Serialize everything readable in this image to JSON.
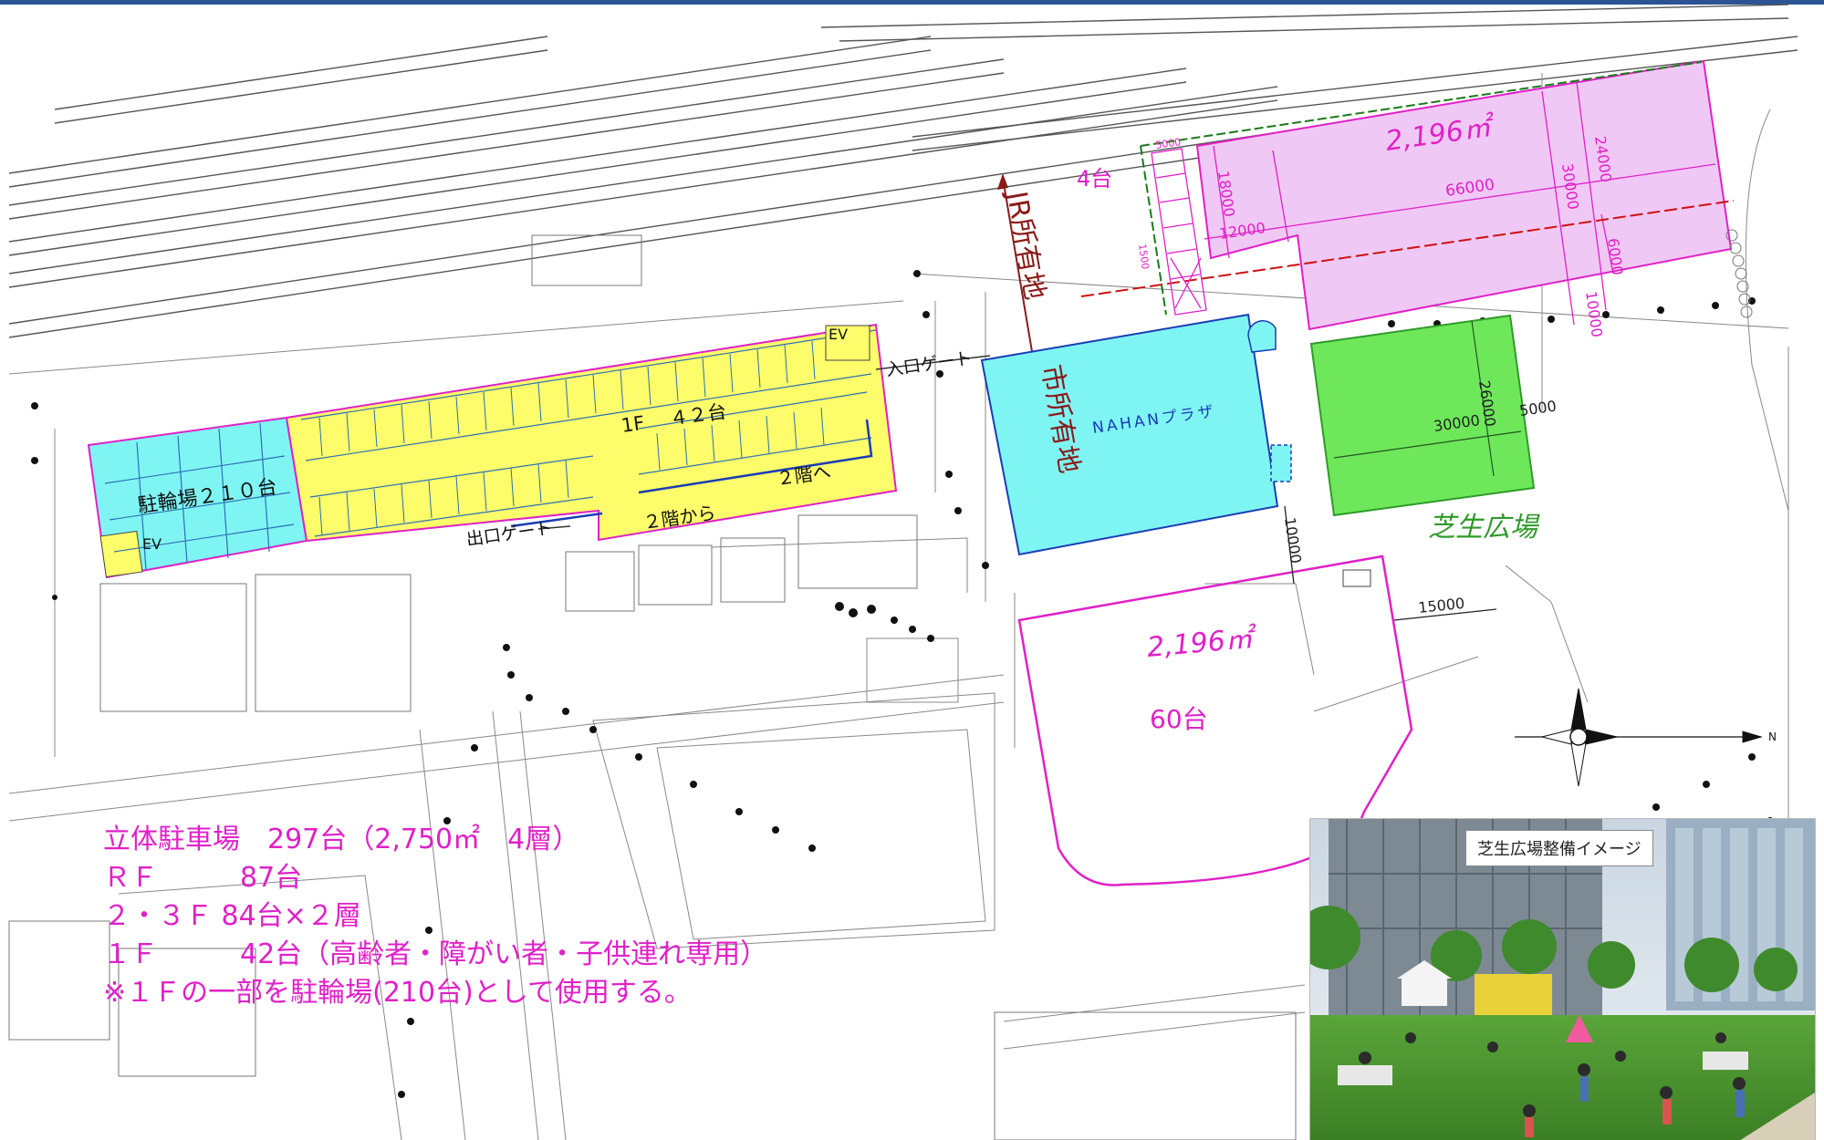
{
  "map": {
    "parking_structure": {
      "bicycle_label": "駐輪場２１０台",
      "floor_label": "1F　 ４２台",
      "ev_top": "EV",
      "ev_bottom": "EV",
      "to_2f": "２階へ",
      "from_2f": "２階から",
      "entrance_gate": "入口ゲート",
      "exit_gate": "出口ゲート"
    },
    "ownership": {
      "jr": "JR所有地",
      "city": "市所有地"
    },
    "plaza_label": "NAHANプラザ",
    "lawn_plaza_label": "芝生広場",
    "top_area": {
      "area": "2,196㎡",
      "spaces": "4台",
      "dims": {
        "w66000": "66000",
        "h30000": "30000",
        "h24000": "24000",
        "h18000": "18000",
        "w12000": "12000",
        "h6000": "6000",
        "h10000": "10000",
        "w5000": "5000",
        "h1500": "1500"
      }
    },
    "lawn_dims": {
      "w30000": "30000",
      "h26000": "26000",
      "w5000": "5000"
    },
    "lower_lot": {
      "area": "2,196㎡",
      "spaces": "60台",
      "dim_15000": "15000",
      "dim_10000": "10000"
    },
    "compass_label": "N"
  },
  "legend": {
    "line1": "立体駐車場　297台（2,750㎡　4層）",
    "line2": "ＲＦ　　　87台",
    "line3": "２・３Ｆ 84台×２層",
    "line4": "１Ｆ　　　42台（高齢者・障がい者・子供連れ専用）",
    "line5": "※１Ｆの一部を駐輪場(210台)として使用する。"
  },
  "photo": {
    "caption": "芝生広場整備イメージ"
  },
  "colors": {
    "magenta": "#e020c8",
    "yellow": "#fdfc6a",
    "cyan": "#7ff5f3",
    "green": "#6ee85a",
    "pink_fill": "#f0c8f5",
    "top_bar": "#2a5495"
  }
}
